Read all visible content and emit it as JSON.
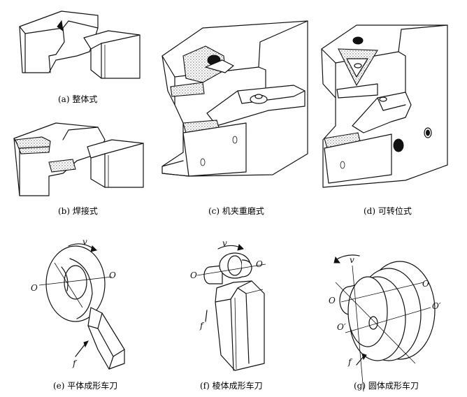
{
  "captions": {
    "a": "(a) 整体式",
    "b": "(b) 焊接式",
    "c": "(c) 机夹重磨式",
    "d": "(d) 可转位式",
    "e": "(e) 平体成形车刀",
    "f": "(f) 棱体成形车刀",
    "g": "(g) 圆体成形车刀"
  },
  "labels": {
    "v": "v",
    "f": "f",
    "o": "O",
    "o_prime": "O′"
  }
}
